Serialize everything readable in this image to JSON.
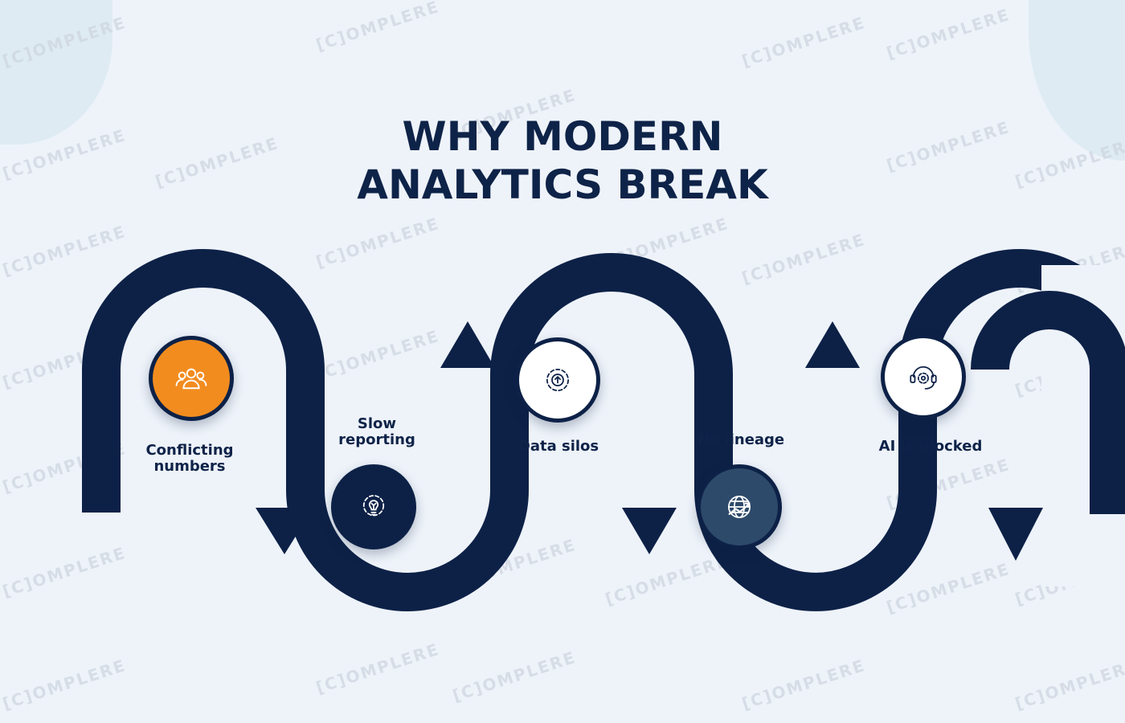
{
  "title": {
    "line1": "WHY MODERN",
    "line2": "ANALYTICS BREAK"
  },
  "watermark": "[C]OMPLERE",
  "colors": {
    "background": "#eef3fa",
    "path": "#0d2147",
    "accent_orange": "#f28c1f",
    "slate": "#2d4a6a"
  },
  "steps": [
    {
      "label": "Conflicting\nnumbers",
      "icon": "users-group-icon"
    },
    {
      "label": "Slow\nreporting",
      "icon": "gear-bulb-icon"
    },
    {
      "label": "Data silos",
      "icon": "gear-upload-icon"
    },
    {
      "label": "No lineage",
      "icon": "globe-trend-icon"
    },
    {
      "label": "AI is blocked",
      "icon": "headset-gear-icon"
    }
  ]
}
